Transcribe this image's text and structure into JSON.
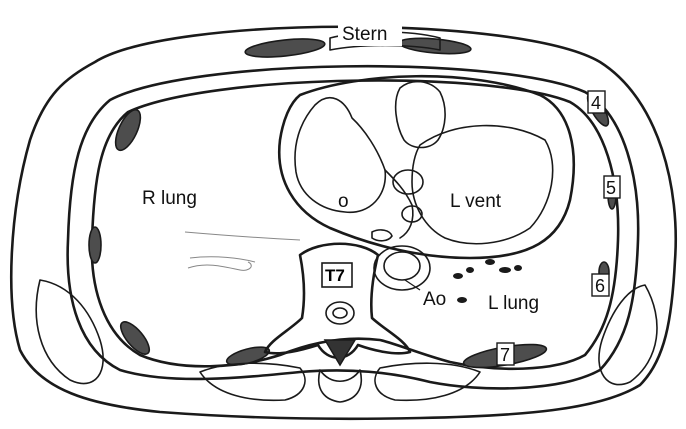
{
  "labels": {
    "sternum": "Stern",
    "right_lung": "R lung",
    "left_ventricle": "L vent",
    "left_lung": "L lung",
    "aorta": "Ao",
    "vertebra": "T7",
    "rib_4": "4",
    "rib_5": "5",
    "rib_6": "6",
    "rib_7": "7",
    "origin_marker": "o"
  },
  "colors": {
    "ink": "#1a1a1a",
    "bone_fill": "#5a5a5a",
    "hatch_fill": "#bdbdbd",
    "background": "#ffffff"
  }
}
